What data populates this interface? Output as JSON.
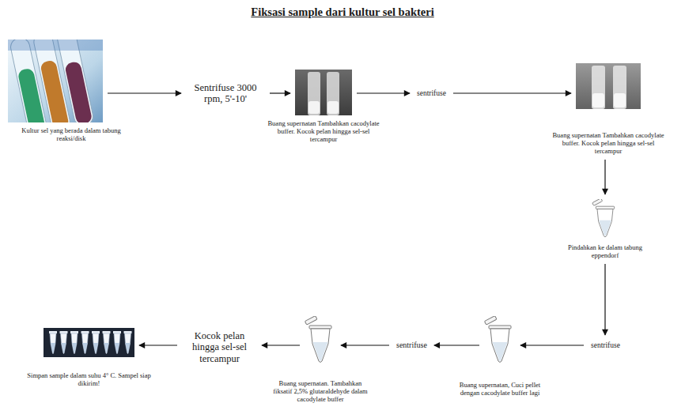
{
  "diagram": {
    "title": "Fiksasi sample dari kultur sel bakteri",
    "nodes": [
      {
        "text": [
          "Kultur sel yang berada dalam tabung reaksi/disk"
        ]
      },
      {
        "text": [
          "Sentrifuse 3000 rpm, 5'-10'"
        ]
      },
      {
        "text": [
          "Buang supernatan Tambahkan cacodylate buffer. Kocok pelan hingga sel-sel tercampur"
        ]
      },
      {
        "text": [
          "sentrifuse"
        ]
      },
      {
        "text": [
          "Buang supernatan Tambahkan cacodylate buffer. Kocok pelan hingga sel-sel tercampur"
        ]
      },
      {
        "text": [
          "Pindahkan ke dalam tabung eppendorf"
        ]
      },
      {
        "text": [
          "sentrifuse"
        ]
      },
      {
        "text": [
          "Buang supernatan, Cuci pellet dengan cacodylate buffer lagi"
        ]
      },
      {
        "text": [
          "sentrifuse"
        ]
      },
      {
        "text": [
          "Buang supernatan. Tambahkan fiksatif 2,5% glutaraldehyde dalam cacodylate buffer"
        ]
      },
      {
        "text": [
          "Kocok pelan hingga sel-sel tercampur"
        ]
      },
      {
        "text": [
          "Simpan sample dalam suhu 4° C. Sampel siap dikirim!"
        ]
      }
    ],
    "edges": [
      {
        "from": 0,
        "to": 1,
        "arrow": "to"
      },
      {
        "from": 1,
        "to": 2,
        "arrow": "to"
      },
      {
        "from": 2,
        "to": 3,
        "arrow": "to"
      },
      {
        "from": 3,
        "to": 4,
        "arrow": "to"
      },
      {
        "from": 4,
        "to": 5,
        "arrow": "to"
      },
      {
        "from": 5,
        "to": 6,
        "arrow": "to"
      },
      {
        "from": 6,
        "to": 7,
        "arrow": "to"
      },
      {
        "from": 7,
        "to": 8,
        "arrow": "to"
      },
      {
        "from": 8,
        "to": 9,
        "arrow": "to"
      },
      {
        "from": 9,
        "to": 10,
        "arrow": "to"
      },
      {
        "from": 10,
        "to": 11,
        "arrow": "to"
      }
    ]
  }
}
